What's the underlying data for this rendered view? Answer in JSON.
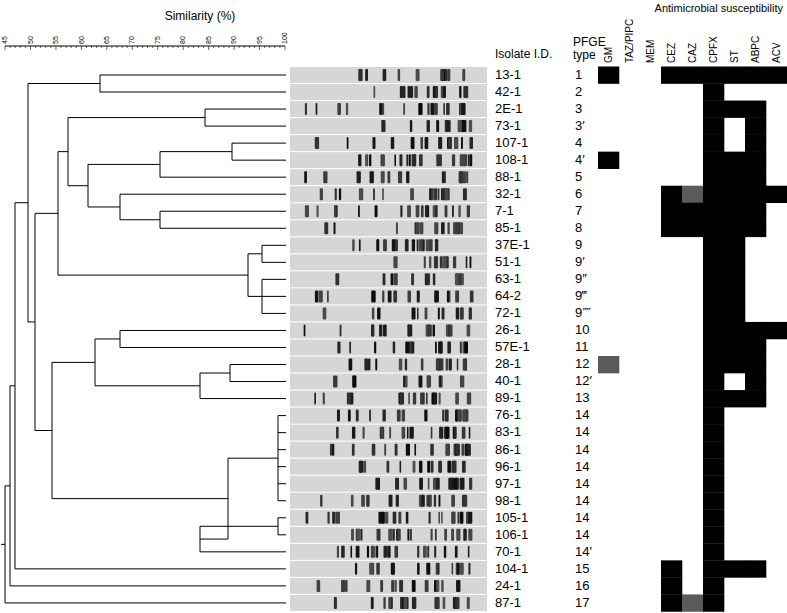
{
  "diagram": {
    "labels": [
      "Similarity (%)",
      "45",
      "50",
      "55",
      "60",
      "65",
      "70",
      "75",
      "80",
      "85",
      "90",
      "95",
      "100",
      "Isolate I.D.",
      "PFGE type",
      "Antimicrobial susceptibility",
      "GM",
      "TAZ/PIPC",
      "MEM",
      "CEZ",
      "CAZ",
      "CPFX",
      "ST",
      "ABPC",
      "ACV",
      "13-1",
      "1",
      "42-1",
      "2",
      "2E-1",
      "3",
      "73-1",
      "3′",
      "107-1",
      "4",
      "108-1",
      "4′",
      "88-1",
      "5",
      "32-1",
      "6",
      "7-1",
      "7",
      "85-1",
      "8",
      "37E-1",
      "9",
      "51-1",
      "9′",
      "63-1",
      "9″",
      "64-2",
      "9‴",
      "72-1",
      "9⁗",
      "26-1",
      "10",
      "57E-1",
      "11",
      "28-1",
      "12",
      "40-1",
      "12′",
      "89-1",
      "13",
      "76-1",
      "14",
      "83-1",
      "14",
      "86-1",
      "14",
      "96-1",
      "14",
      "97-1",
      "14",
      "98-1",
      "14",
      "105-1",
      "14",
      "106-1",
      "14",
      "70-1",
      "14′",
      "104-1",
      "15",
      "24-1",
      "16",
      "87-1",
      "17"
    ]
  }
}
